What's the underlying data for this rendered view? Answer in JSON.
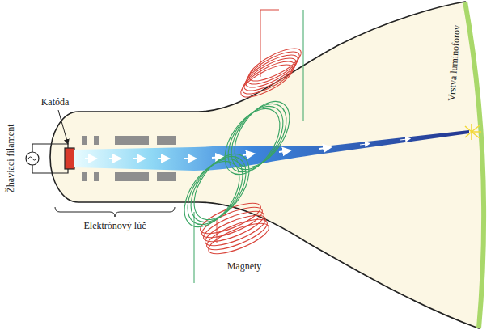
{
  "diagram": {
    "labels": [
      "Žhaviaci filament",
      "Katóda",
      "Elektrónový lúč",
      "Magnety",
      "Vrstva luminoforov"
    ]
  }
}
